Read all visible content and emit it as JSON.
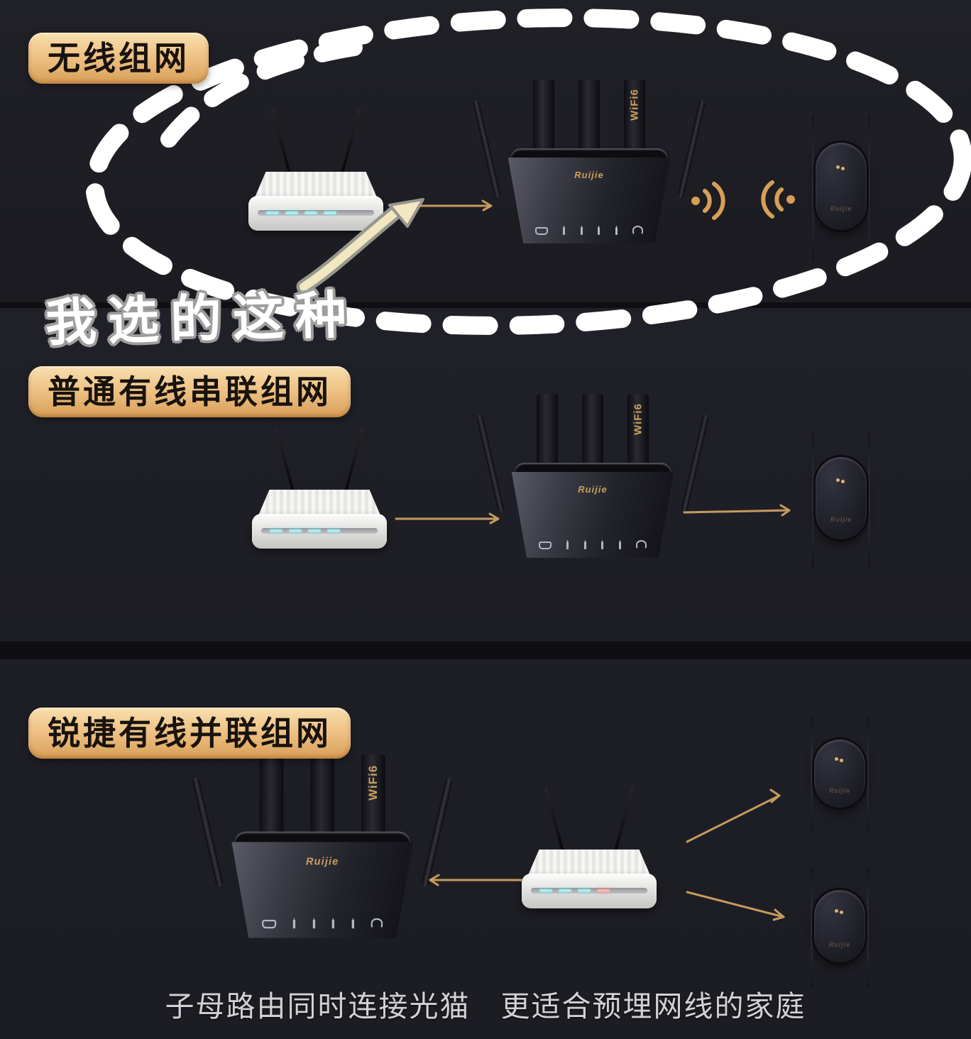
{
  "annotation": {
    "text": "我选的这种"
  },
  "caption": {
    "text": "子母路由同时连接光猫　更适合预埋网线的家庭"
  },
  "brand": {
    "logo": "Ruijie",
    "wifi_badge": "WiFi6"
  },
  "sections": [
    {
      "label": "无线组网",
      "type": "wireless-mesh",
      "devices": [
        "isp-modem-router",
        "ruijie-wifi6-router",
        "wall-mesh-node"
      ]
    },
    {
      "label": "普通有线串联组网",
      "type": "wired-serial",
      "devices": [
        "isp-modem-router",
        "ruijie-wifi6-router",
        "wall-mesh-node"
      ]
    },
    {
      "label": "锐捷有线并联组网",
      "type": "wired-parallel",
      "devices": [
        "ruijie-wifi6-router",
        "isp-modem-router",
        "wall-mesh-node",
        "wall-mesh-node"
      ]
    }
  ],
  "icons": {
    "wifi_tx": "wifi-signal-right-icon",
    "wifi_rx": "wifi-signal-left-icon",
    "loop": "dashed-loop-highlight",
    "hand_arrow": "hand-drawn-arrow"
  },
  "colors": {
    "accent_gold": "#C79A5F",
    "label_gold": "#EEC184",
    "panel_bg": "#1D1D24",
    "led_cyan": "#9FE8EA",
    "dash_white": "#FFFFFF",
    "arrow_cream": "#F1E7C0"
  }
}
